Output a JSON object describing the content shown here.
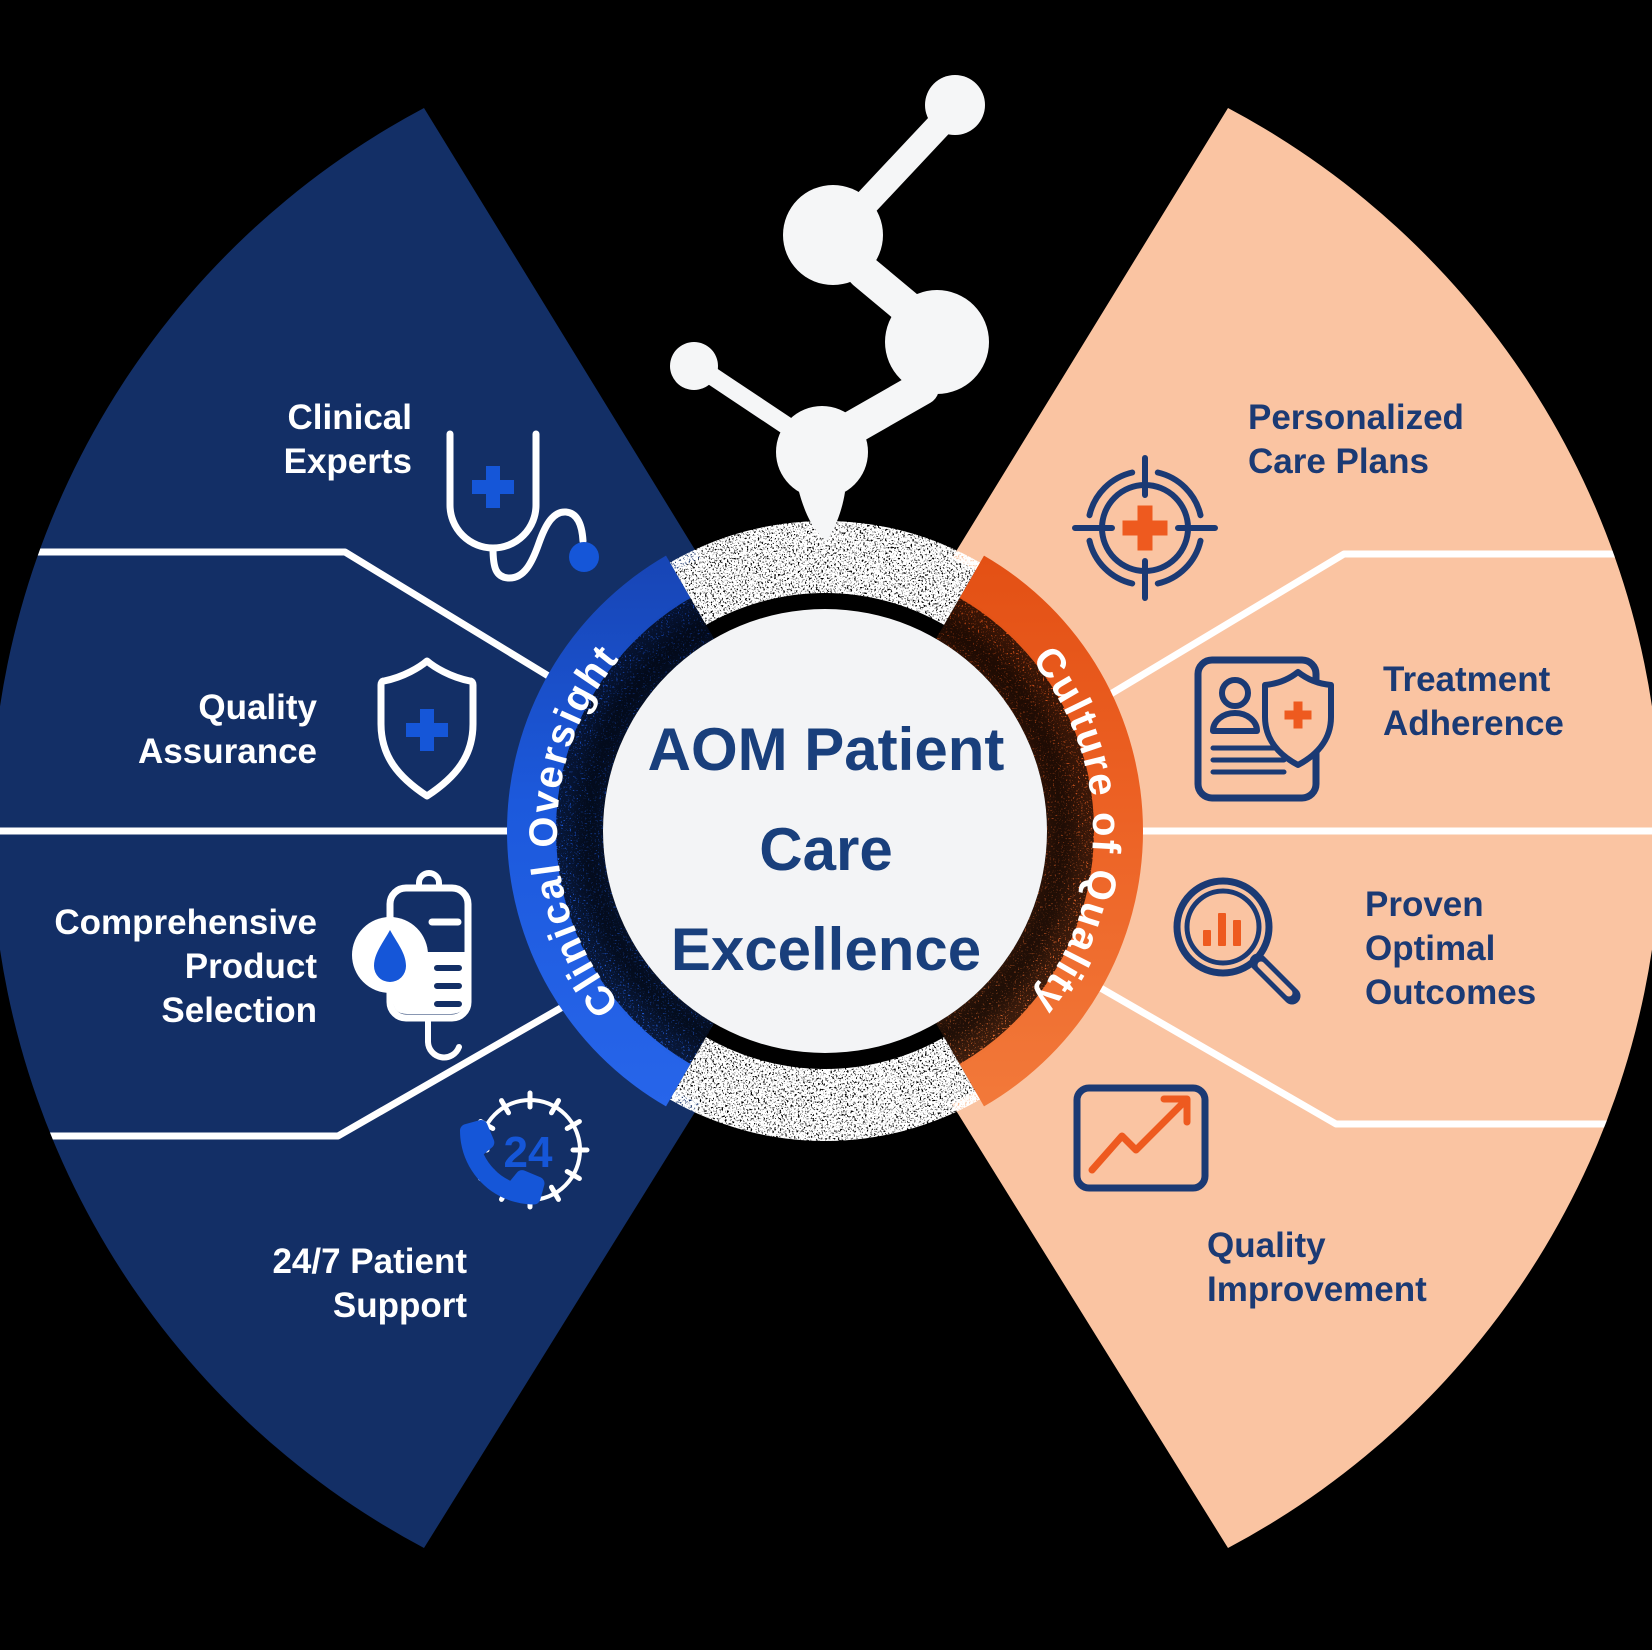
{
  "diagram_title": "AOM Patient Care Excellence",
  "center": {
    "title_lines": [
      "AOM Patient",
      "Care",
      "Excellence"
    ]
  },
  "left_wing": {
    "arc_label": "Clinical Oversight",
    "items": [
      {
        "icon": "stethoscope-icon",
        "lines": [
          "Clinical",
          "Experts"
        ]
      },
      {
        "icon": "shield-cross-icon",
        "lines": [
          "Quality",
          "Assurance"
        ]
      },
      {
        "icon": "iv-bag-icon",
        "lines": [
          "Comprehensive",
          "Product",
          "Selection"
        ]
      },
      {
        "icon": "phone-24-icon",
        "badge": "24",
        "lines": [
          "24/7 Patient",
          "Support"
        ]
      }
    ]
  },
  "right_wing": {
    "arc_label": "Culture of Quality",
    "items": [
      {
        "icon": "target-cross-icon",
        "lines": [
          "Personalized",
          "Care Plans"
        ]
      },
      {
        "icon": "document-shield-icon",
        "lines": [
          "Treatment",
          "Adherence"
        ]
      },
      {
        "icon": "magnifier-chart-icon",
        "lines": [
          "Proven",
          "Optimal",
          "Outcomes"
        ]
      },
      {
        "icon": "trend-chart-icon",
        "lines": [
          "Quality",
          "Improvement"
        ]
      }
    ]
  },
  "colors": {
    "background": "#000000",
    "navy_wing": "#132F66",
    "peach_wing": "#FAC4A2",
    "blue_arc": "#1C59DC",
    "orange_arc": "#EC6124",
    "icon_blue": "#1556D8",
    "icon_orange": "#EE5A1F",
    "title_navy": "#193F7C",
    "label_navy": "#1B3A74",
    "circle_fill": "#F3F4F6",
    "divider_white": "#FFFFFF"
  }
}
